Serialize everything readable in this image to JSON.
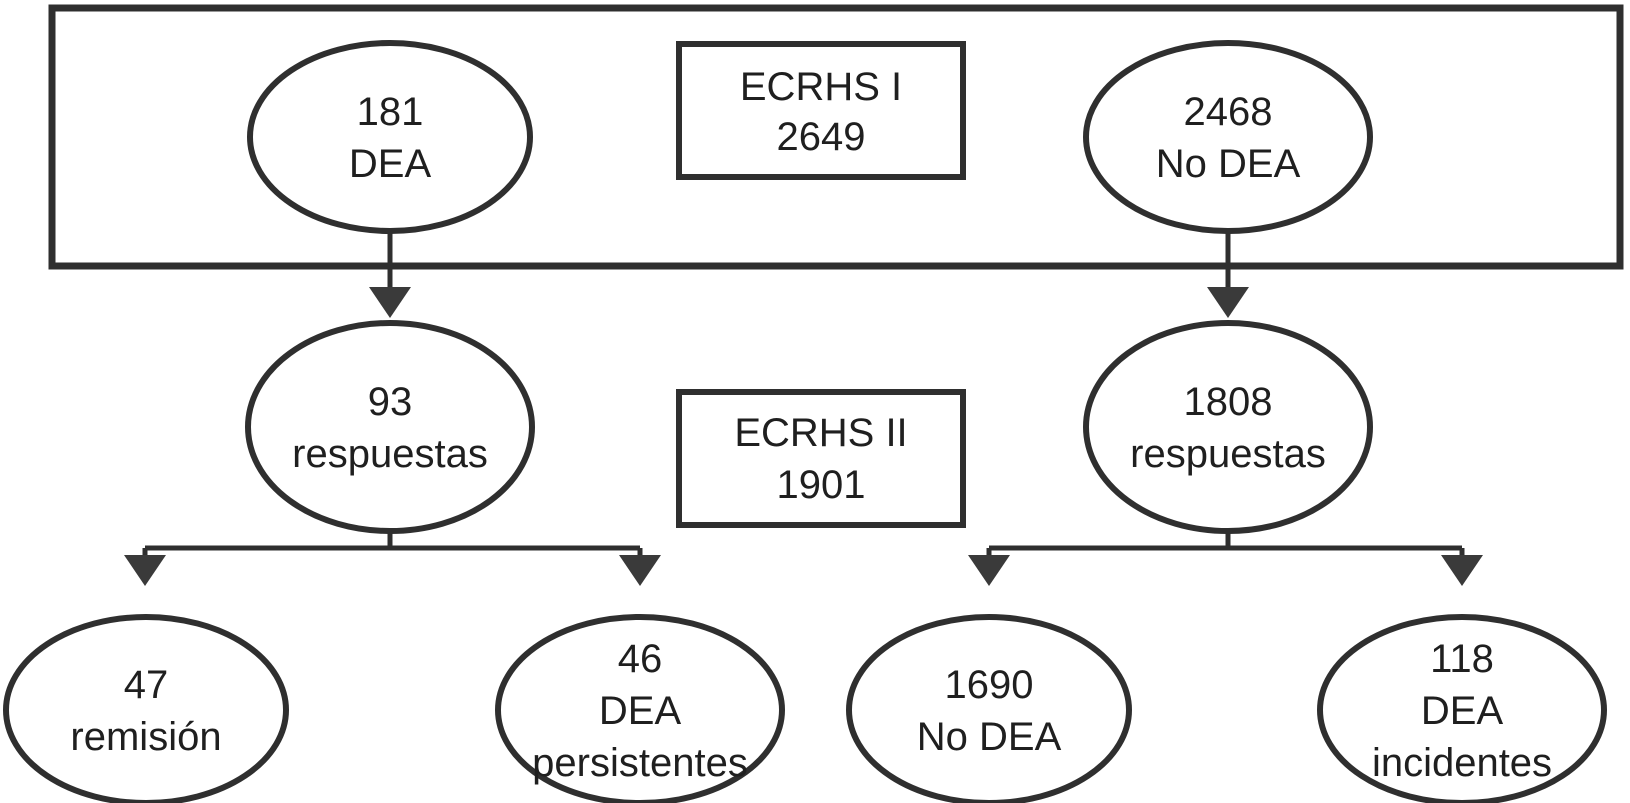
{
  "diagram": {
    "type": "flowchart",
    "language": "es",
    "colors": {
      "stroke": "#2f2f2f",
      "arrow_fill": "#3a3a3a",
      "text": "#1f1f1f",
      "background": "#ffffff"
    },
    "stage_boxes": {
      "ecrhs1": {
        "line1": "ECRHS I",
        "line2": "2649"
      },
      "ecrhs2": {
        "line1": "ECRHS II",
        "line2": "1901"
      }
    },
    "nodes": {
      "dea_baseline": {
        "line1": "181",
        "line2": "DEA"
      },
      "no_dea_baseline": {
        "line1": "2468",
        "line2": "No DEA"
      },
      "dea_responses": {
        "line1": "93",
        "line2": "respuestas"
      },
      "no_dea_responses": {
        "line1": "1808",
        "line2": "respuestas"
      },
      "remission": {
        "line1": "47",
        "line2": "remisión"
      },
      "persistent_dea": {
        "line1": "46",
        "line2": "DEA",
        "line3": "persistentes"
      },
      "no_dea_followup": {
        "line1": "1690",
        "line2": "No DEA"
      },
      "incident_dea": {
        "line1": "118",
        "line2": "DEA",
        "line3": "incidentes"
      }
    },
    "edges": [
      {
        "from": "dea_baseline",
        "to": "dea_responses"
      },
      {
        "from": "no_dea_baseline",
        "to": "no_dea_responses"
      },
      {
        "from": "dea_responses",
        "to": "remission"
      },
      {
        "from": "dea_responses",
        "to": "persistent_dea"
      },
      {
        "from": "no_dea_responses",
        "to": "no_dea_followup"
      },
      {
        "from": "no_dea_responses",
        "to": "incident_dea"
      }
    ]
  }
}
